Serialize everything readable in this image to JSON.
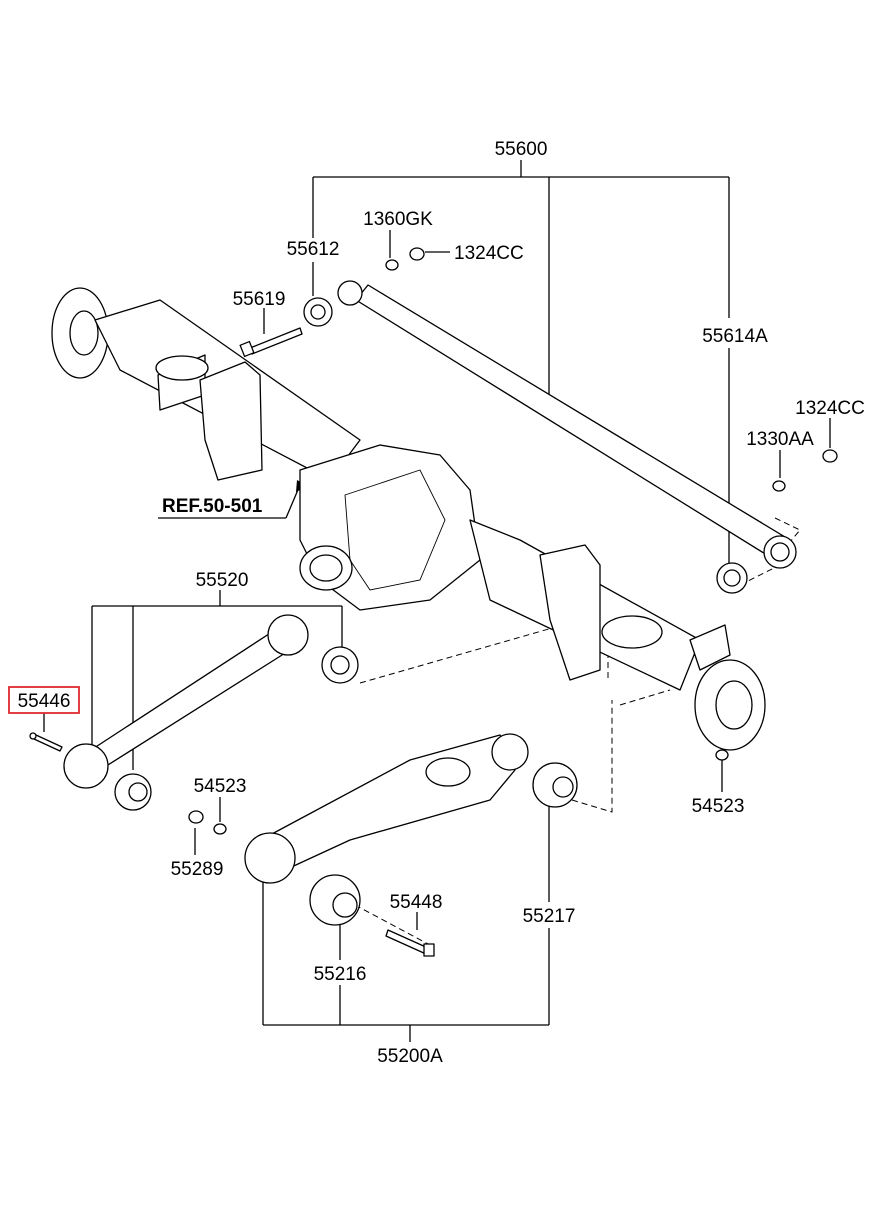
{
  "diagram": {
    "highlight_color": "#e0282d",
    "reference": "REF.50-501",
    "labels": {
      "p55600": "55600",
      "p1360GK": "1360GK",
      "p55612": "55612",
      "p1324CC_a": "1324CC",
      "p55619": "55619",
      "p55614A": "55614A",
      "p1324CC_b": "1324CC",
      "p1330AA": "1330AA",
      "p55520": "55520",
      "p55446": "55446",
      "p54523_a": "54523",
      "p54523_b": "54523",
      "p55289": "55289",
      "p55448": "55448",
      "p55217": "55217",
      "p55216": "55216",
      "p55200A": "55200A"
    },
    "highlighted_part": "55446"
  }
}
